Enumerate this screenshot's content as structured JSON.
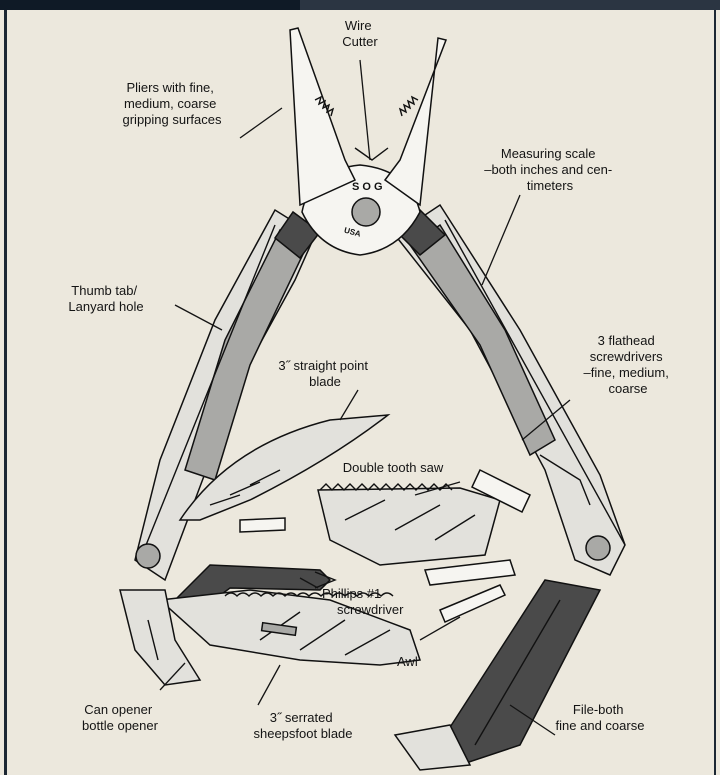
{
  "labels": {
    "pliers": [
      "Pliers with fine,",
      "medium, coarse",
      "gripping surfaces"
    ],
    "wire_cutter": [
      "Wire",
      "Cutter"
    ],
    "measuring_scale": [
      "Measuring scale",
      "–both inches and cen-",
      "timeters"
    ],
    "thumb_tab": [
      "Thumb tab/",
      "Lanyard hole"
    ],
    "straight_blade": [
      "3˝ straight point",
      "blade"
    ],
    "flathead": [
      "3 flathead",
      "screwdrivers",
      "–fine, medium,",
      "coarse"
    ],
    "saw": [
      "Double tooth saw"
    ],
    "phillips": [
      "Phillips #1",
      "screwdriver"
    ],
    "awl": [
      "Awl"
    ],
    "can_opener": [
      "Can opener",
      "bottle opener"
    ],
    "serrated_blade": [
      "3˝ serrated",
      "sheepsfoot blade"
    ],
    "file": [
      "File-both",
      "fine and coarse"
    ]
  },
  "engraving": {
    "brand": "S O G",
    "country": "USA"
  },
  "colors": {
    "paper": "#ece8dd",
    "ink": "#141414",
    "frame": "#1c2733"
  }
}
